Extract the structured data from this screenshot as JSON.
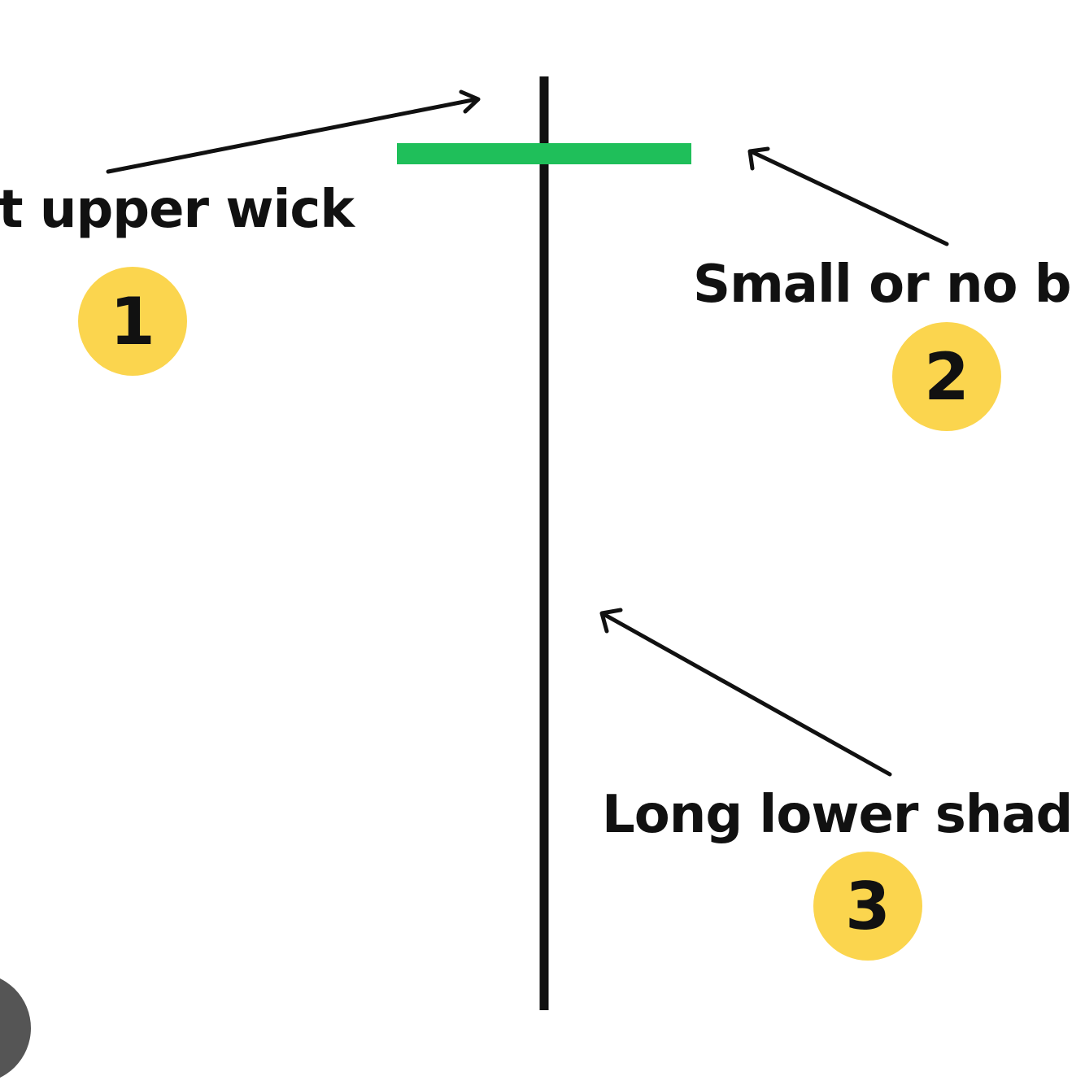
{
  "labels": {
    "upper_wick": "t upper wick",
    "small_body": "Small or no b",
    "lower_shadow": "Long lower shad"
  },
  "badges": {
    "one": "1",
    "two": "2",
    "three": "3"
  },
  "colors": {
    "body": "#1fbf5a",
    "wick": "#111111",
    "badge": "#fbd54e",
    "background": "#ffffff"
  },
  "icons": {
    "corner": "round-gray-button"
  }
}
